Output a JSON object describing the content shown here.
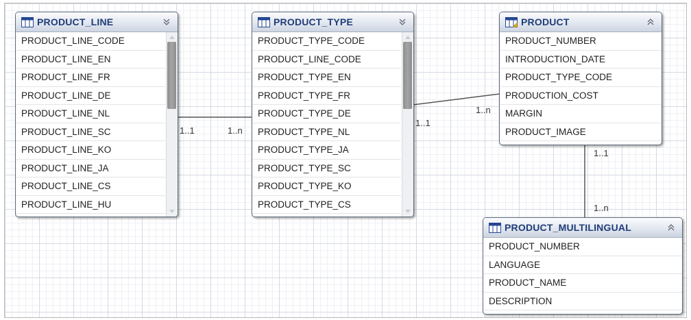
{
  "tables": [
    {
      "id": "product_line",
      "title": "PRODUCT_LINE",
      "icon": "table-icon",
      "toggle": "collapse-chevron-down-icon",
      "scrollable": true,
      "columns": [
        "PRODUCT_LINE_CODE",
        "PRODUCT_LINE_EN",
        "PRODUCT_LINE_FR",
        "PRODUCT_LINE_DE",
        "PRODUCT_LINE_NL",
        "PRODUCT_LINE_SC",
        "PRODUCT_LINE_KO",
        "PRODUCT_LINE_JA",
        "PRODUCT_LINE_CS",
        "PRODUCT_LINE_HU"
      ]
    },
    {
      "id": "product_type",
      "title": "PRODUCT_TYPE",
      "icon": "table-icon",
      "toggle": "collapse-chevron-down-icon",
      "scrollable": true,
      "columns": [
        "PRODUCT_TYPE_CODE",
        "PRODUCT_LINE_CODE",
        "PRODUCT_TYPE_EN",
        "PRODUCT_TYPE_FR",
        "PRODUCT_TYPE_DE",
        "PRODUCT_TYPE_NL",
        "PRODUCT_TYPE_JA",
        "PRODUCT_TYPE_SC",
        "PRODUCT_TYPE_KO",
        "PRODUCT_TYPE_CS"
      ]
    },
    {
      "id": "product",
      "title": "PRODUCT",
      "icon": "table-icon",
      "toggle": "expand-chevron-up-icon",
      "scrollable": false,
      "columns": [
        "PRODUCT_NUMBER",
        "INTRODUCTION_DATE",
        "PRODUCT_TYPE_CODE",
        "PRODUCTION_COST",
        "MARGIN",
        "PRODUCT_IMAGE"
      ]
    },
    {
      "id": "product_multilingual",
      "title": "PRODUCT_MULTILINGUAL",
      "icon": "table-icon",
      "toggle": "expand-chevron-up-icon",
      "scrollable": false,
      "columns": [
        "PRODUCT_NUMBER",
        "LANGUAGE",
        "PRODUCT_NAME",
        "DESCRIPTION"
      ]
    }
  ],
  "relationships": [
    {
      "from": "product_line",
      "to": "product_type",
      "from_cardinality": "1..1",
      "to_cardinality": "1..n"
    },
    {
      "from": "product_type",
      "to": "product",
      "from_cardinality": "1..1",
      "to_cardinality": "1..n"
    },
    {
      "from": "product",
      "to": "product_multilingual",
      "from_cardinality": "1..1",
      "to_cardinality": "1..n"
    }
  ],
  "colors": {
    "header_text": "#1f3c78",
    "card_border": "#5e6a7c",
    "link_line": "#555555",
    "grid": "#d5d9e3"
  }
}
